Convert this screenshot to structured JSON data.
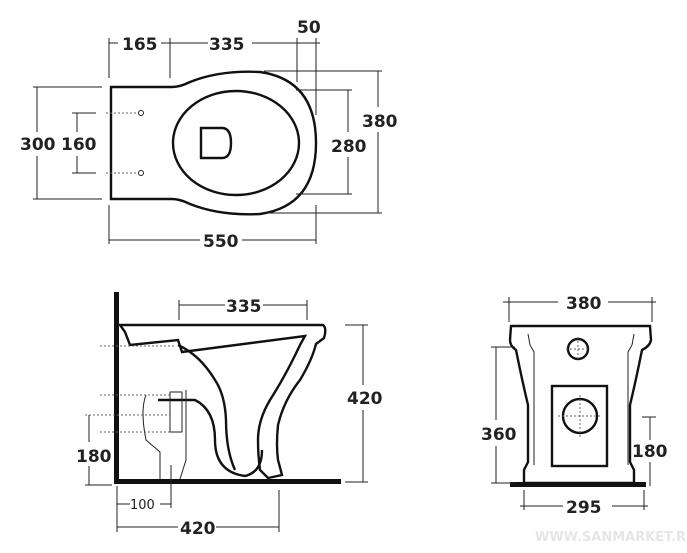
{
  "top_view": {
    "dims": {
      "d165": "165",
      "d335": "335",
      "d50": "50",
      "d300": "300",
      "d160": "160",
      "d280": "280",
      "d380": "380",
      "d550": "550"
    }
  },
  "side_view": {
    "dims": {
      "d335": "335",
      "d420h": "420",
      "d180": "180",
      "d100": "100",
      "d420w": "420"
    }
  },
  "front_view": {
    "dims": {
      "d380": "380",
      "d360": "360",
      "d180": "180",
      "d295": "295"
    }
  },
  "watermark": "WWW.SANMARKET.RU"
}
